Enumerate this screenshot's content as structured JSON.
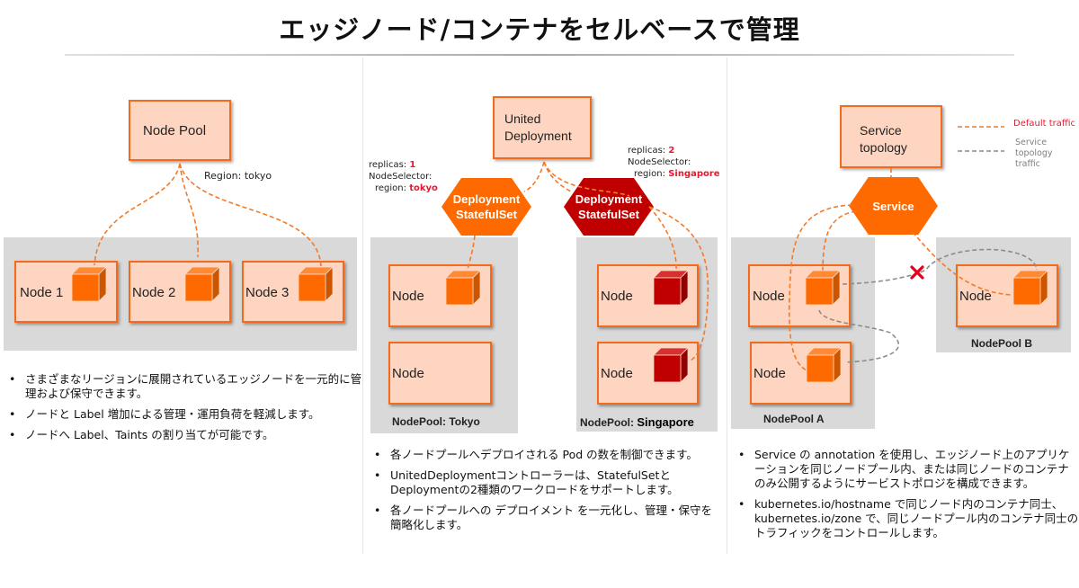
{
  "title": "エッジノード/コンテナをセルベースで管理",
  "colors": {
    "orange": "#ff6a00",
    "dark_red": "#c00000",
    "box_fill": "#fdd5c0",
    "box_border": "#f26b1d",
    "pool_gray": "#d9d9d9",
    "highlight_red": "#f0142d",
    "gray_line": "#8c8c8c"
  },
  "panel1": {
    "node_pool_label": "Node Pool",
    "region_label": "Region: tokyo",
    "nodes": [
      "Node 1",
      "Node 2",
      "Node 3"
    ],
    "bullets": [
      "さまざまなリージョンに展開されているエッジノードを一元的に管理および保守できます。",
      "ノードと Label 増加による管理・運用負荷を軽減します。",
      "ノードへ Label、Taints の割り当てが可能です。"
    ]
  },
  "panel2": {
    "united_deployment_label": "United Deployment",
    "left_note": {
      "replicas_key": "replicas:",
      "replicas_value": "1",
      "selector": "NodeSelector:",
      "region_key": "region:",
      "region_value": "tokyo"
    },
    "right_note": {
      "replicas_key": "replicas:",
      "replicas_value": "2",
      "selector": "NodeSelector:",
      "region_key": "region:",
      "region_value": "Singapore"
    },
    "hex_left": {
      "line1": "Deployment",
      "line2": "StatefulSet"
    },
    "hex_right": {
      "line1": "Deployment",
      "line2": "StatefulSet"
    },
    "node_label": "Node",
    "pool_tokyo": {
      "prefix": "NodePool:",
      "name": "Tokyo"
    },
    "pool_singapore": {
      "prefix": "NodePool:",
      "name": "Singapore"
    },
    "bullets": [
      "各ノードプールへデプロイされる Pod の数を制御できます。",
      "UnitedDeploymentコントローラーは、StatefulSetと Deploymentの2種類のワークロードをサポートします。",
      "各ノードプールへの デプロイメント を一元化し、管理・保守を簡略化します。"
    ]
  },
  "panel3": {
    "service_topology_label": "Service topology",
    "service_label": "Service",
    "legend": {
      "default": "Default traffic",
      "topology_lines": [
        "Service",
        "topology",
        "traffic"
      ]
    },
    "node_label": "Node",
    "pool_a": "NodePool A",
    "pool_b": "NodePool B",
    "bullets": [
      "Service の annotation を使用し、エッジノード上のアプリケーションを同じノードプール内、または同じノードのコンテナのみ公開するようにサービストポロジを構成できます。",
      "kubernetes.io/hostname で同じノード内のコンテナ同士、kubernetes.io/zone で、同じノードプール内のコンテナ同士のトラフィックをコントロールします。"
    ]
  }
}
